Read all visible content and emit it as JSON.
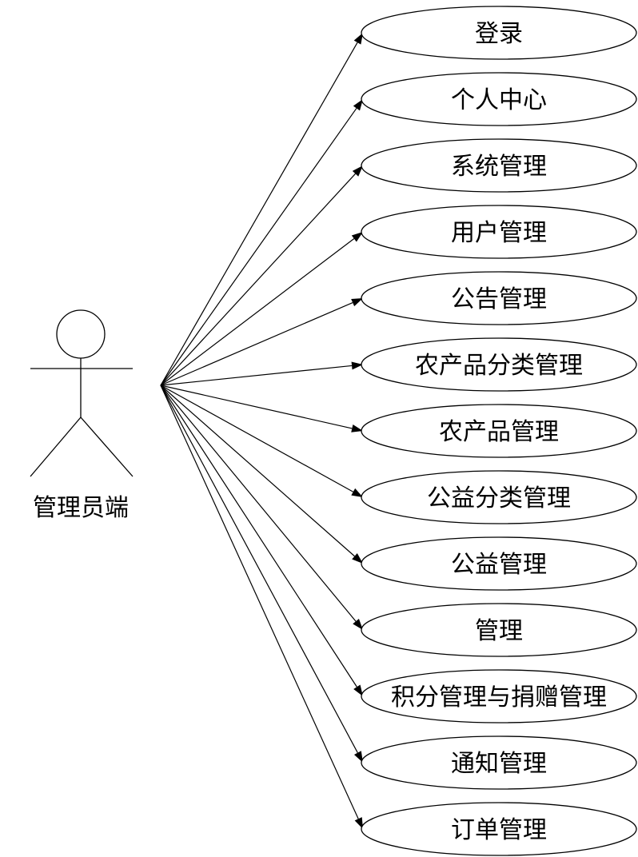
{
  "actor": {
    "label": "管理员端"
  },
  "use_cases": [
    {
      "label": "登录"
    },
    {
      "label": "个人中心"
    },
    {
      "label": "系统管理"
    },
    {
      "label": "用户管理"
    },
    {
      "label": "公告管理"
    },
    {
      "label": "农产品分类管理"
    },
    {
      "label": "农产品管理"
    },
    {
      "label": "公益分类管理"
    },
    {
      "label": "公益管理"
    },
    {
      "label": "管理"
    },
    {
      "label": "积分管理与捐赠管理"
    },
    {
      "label": "通知管理"
    },
    {
      "label": "订单管理"
    }
  ],
  "colors": {
    "stroke": "#000000",
    "background": "#ffffff"
  }
}
